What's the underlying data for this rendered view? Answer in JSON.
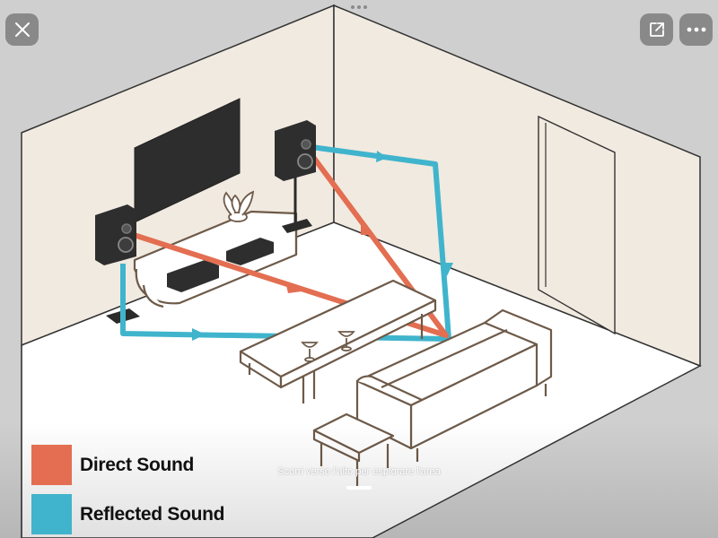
{
  "colors": {
    "direct": "#e36e51",
    "reflected": "#40b4cc",
    "wall": "#f1eae0",
    "floor": "#ffffff",
    "line": "#444444",
    "furniture_line": "#6e5a49"
  },
  "legend": {
    "direct_label": "Direct Sound",
    "reflected_label": "Reflected Sound"
  },
  "overlay": {
    "scroll_hint": "Scorri verso l'alto per esplorare l'area"
  },
  "controls": {
    "close_icon": "x-icon",
    "share_icon": "open-external-icon",
    "more_icon": "ellipsis-icon"
  }
}
